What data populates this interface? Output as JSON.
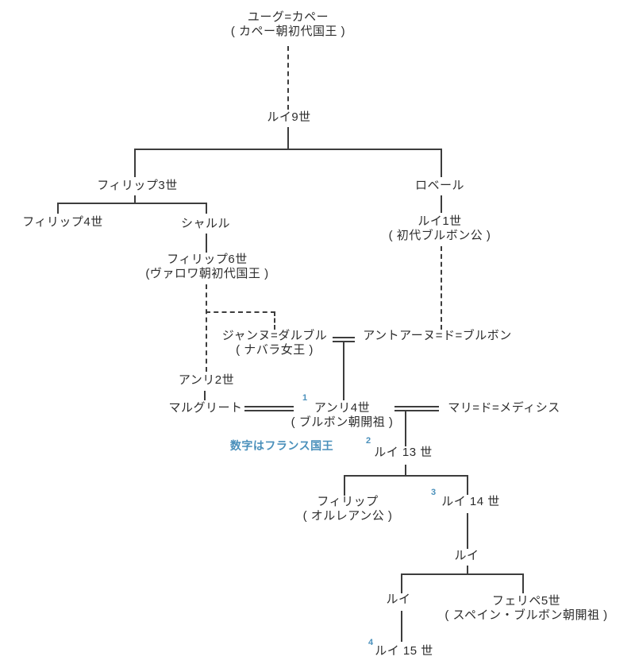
{
  "legend": {
    "text": "数字はフランス国王",
    "accent_color": "#4a90bb",
    "line_color": "#3d3d3d"
  },
  "nodes": {
    "hugh_capet": {
      "name": "ユーグ=カペー",
      "note": "( カペー朝初代国王 )"
    },
    "louis9": {
      "name": "ルイ9世"
    },
    "philip3": {
      "name": "フィリップ3世"
    },
    "philip4": {
      "name": "フィリップ4世"
    },
    "charles": {
      "name": "シャルル"
    },
    "philip6": {
      "name": "フィリップ6世",
      "note": "(ヴァロワ朝初代国王 )"
    },
    "robert": {
      "name": "ロベール"
    },
    "louis1": {
      "name": "ルイ1世",
      "note": "( 初代ブルボン公 )"
    },
    "jeanne": {
      "name": "ジャンヌ=ダルブル",
      "note": "( ナバラ女王 )"
    },
    "antoine": {
      "name": "アントアーヌ=ド=ブルボン"
    },
    "henri2": {
      "name": "アンリ2世"
    },
    "marguerite": {
      "name": "マルグリート"
    },
    "henri4": {
      "number": "1",
      "name": "アンリ4世",
      "note": "( ブルボン朝開祖 )"
    },
    "marie": {
      "name": "マリ=ド=メディシス"
    },
    "louis13": {
      "number": "2",
      "name": "ルイ 13 世"
    },
    "philippe_orleans": {
      "name": "フィリップ",
      "note": "( オルレアン公 )"
    },
    "louis14": {
      "number": "3",
      "name": "ルイ 14 世"
    },
    "louis_dauphin": {
      "name": "ルイ"
    },
    "louis_burgundy": {
      "name": "ルイ"
    },
    "felipe5": {
      "name": "フェリペ5世",
      "note": "( スペイン・ブルボン朝開祖 )"
    },
    "louis15": {
      "number": "4",
      "name": "ルイ 15 世"
    }
  }
}
